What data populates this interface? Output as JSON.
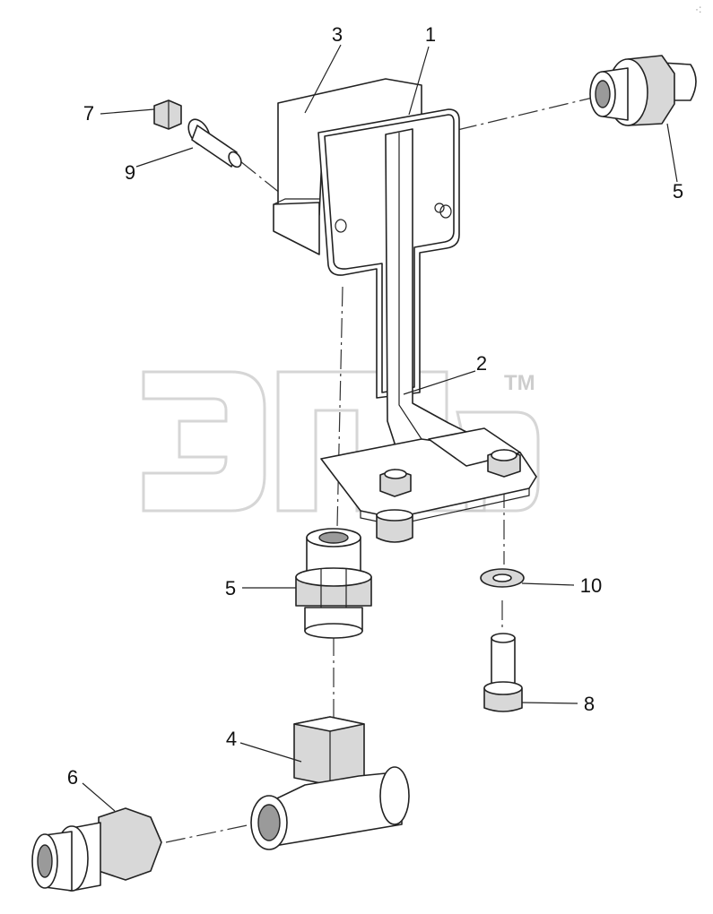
{
  "diagram": {
    "callouts": [
      {
        "id": "c1",
        "label": "1"
      },
      {
        "id": "c2",
        "label": "2"
      },
      {
        "id": "c3",
        "label": "3"
      },
      {
        "id": "c4",
        "label": "4"
      },
      {
        "id": "c5a",
        "label": "5"
      },
      {
        "id": "c5b",
        "label": "5"
      },
      {
        "id": "c6",
        "label": "6"
      },
      {
        "id": "c7",
        "label": "7"
      },
      {
        "id": "c8",
        "label": "8"
      },
      {
        "id": "c9",
        "label": "9"
      },
      {
        "id": "c10",
        "label": "10"
      }
    ],
    "watermark": {
      "trademark": "TM"
    },
    "corner_mark": "·:"
  }
}
